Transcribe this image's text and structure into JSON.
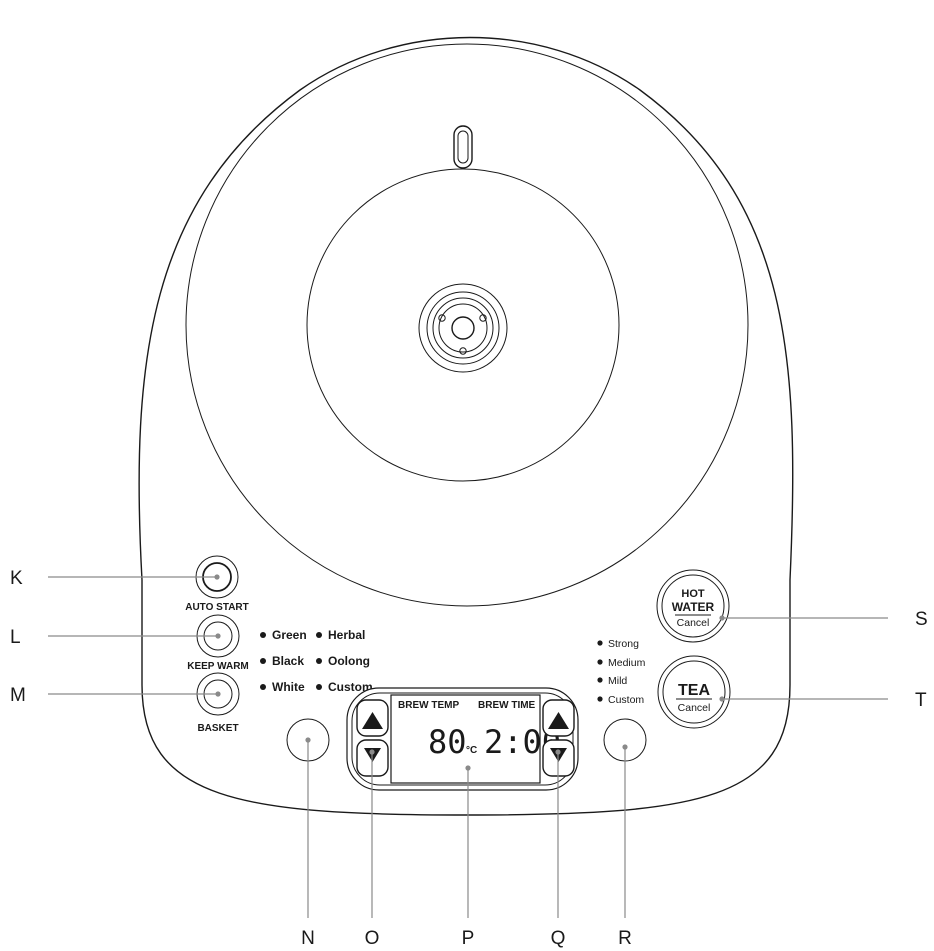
{
  "callouts": {
    "k": "K",
    "l": "L",
    "m": "M",
    "n": "N",
    "o": "O",
    "p": "P",
    "q": "Q",
    "r": "R",
    "s": "S",
    "t": "T"
  },
  "left_buttons": {
    "auto_start": "AUTO START",
    "keep_warm": "KEEP WARM",
    "basket": "BASKET"
  },
  "tea_types": [
    "Green",
    "Herbal",
    "Black",
    "Oolong",
    "White",
    "Custom"
  ],
  "strengths": [
    "Strong",
    "Medium",
    "Mild",
    "Custom"
  ],
  "display": {
    "brew_temp_label": "BREW TEMP",
    "brew_time_label": "BREW TIME",
    "temp_value": "80",
    "temp_unit": "°C",
    "time_value": "2:00"
  },
  "hot_water_button": {
    "line1": "HOT",
    "line2": "WATER",
    "cancel": "Cancel"
  },
  "tea_button": {
    "label": "TEA",
    "cancel": "Cancel"
  },
  "colors": {
    "outline": "#1a1a1a",
    "leader": "#8a8a8a",
    "fill": "#ffffff"
  }
}
